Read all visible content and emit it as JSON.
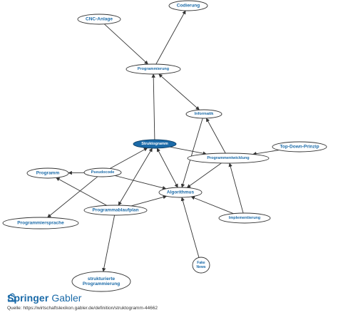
{
  "diagram": {
    "nodes": [
      {
        "id": "codierung",
        "label": "Codierung"
      },
      {
        "id": "cnc",
        "label": "CNC-Anlage"
      },
      {
        "id": "programmierung",
        "label": "Programmierung"
      },
      {
        "id": "informatik",
        "label": "Informatik"
      },
      {
        "id": "struktogramm",
        "label": "Struktogramm",
        "highlighted": true
      },
      {
        "id": "topdown",
        "label": "Top-Down-Prinzip"
      },
      {
        "id": "programmentwicklung",
        "label": "Programmentwicklung"
      },
      {
        "id": "programm",
        "label": "Programm"
      },
      {
        "id": "pseudocode",
        "label": "Pseudocode"
      },
      {
        "id": "algorithmus",
        "label": "Algorithmus"
      },
      {
        "id": "programmablaufplan",
        "label": "Programmablaufplan"
      },
      {
        "id": "programmiersprache",
        "label": "Programmiersprache"
      },
      {
        "id": "implementierung",
        "label": "Implementierung"
      },
      {
        "id": "fakenews",
        "label": "Fake News",
        "lines": [
          "Fake",
          "News"
        ]
      },
      {
        "id": "strukturierte",
        "label": "strukturierte Programmierung",
        "lines": [
          "strukturierte",
          "Programmierung"
        ]
      }
    ],
    "edges": [
      {
        "from": "cnc",
        "to": "programmierung"
      },
      {
        "from": "programmierung",
        "to": "codierung"
      },
      {
        "from": "struktogramm",
        "to": "programmierung"
      },
      {
        "from": "programmierung",
        "to": "informatik",
        "bidirectional": true
      },
      {
        "from": "programmentwicklung",
        "to": "informatik"
      },
      {
        "from": "informatik",
        "to": "algorithmus"
      },
      {
        "from": "struktogramm",
        "to": "programmentwicklung"
      },
      {
        "from": "topdown",
        "to": "programmentwicklung"
      },
      {
        "from": "programmentwicklung",
        "to": "algorithmus"
      },
      {
        "from": "implementierung",
        "to": "programmentwicklung"
      },
      {
        "from": "implementierung",
        "to": "algorithmus"
      },
      {
        "from": "struktogramm",
        "to": "algorithmus",
        "bidirectional": true
      },
      {
        "from": "pseudocode",
        "to": "struktogramm"
      },
      {
        "from": "pseudocode",
        "to": "programm"
      },
      {
        "from": "pseudocode",
        "to": "algorithmus"
      },
      {
        "from": "pseudocode",
        "to": "programmiersprache"
      },
      {
        "from": "programmablaufplan",
        "to": "struktogramm",
        "bidirectional": true
      },
      {
        "from": "programmablaufplan",
        "to": "programm"
      },
      {
        "from": "programmablaufplan",
        "to": "algorithmus"
      },
      {
        "from": "programmablaufplan",
        "to": "strukturierte"
      },
      {
        "from": "fakenews",
        "to": "algorithmus"
      }
    ]
  },
  "footer": {
    "brand_name": "Springer",
    "brand_sub": "Gabler",
    "source": "Quelle:  https://wirtschaftslexikon.gabler.de/definition/struktogramm-44662"
  },
  "colors": {
    "node_fill": "#ffffff",
    "node_stroke": "#333333",
    "label": "#1a6aa8",
    "highlight_fill": "#1b6aa8",
    "edge": "#333333"
  }
}
